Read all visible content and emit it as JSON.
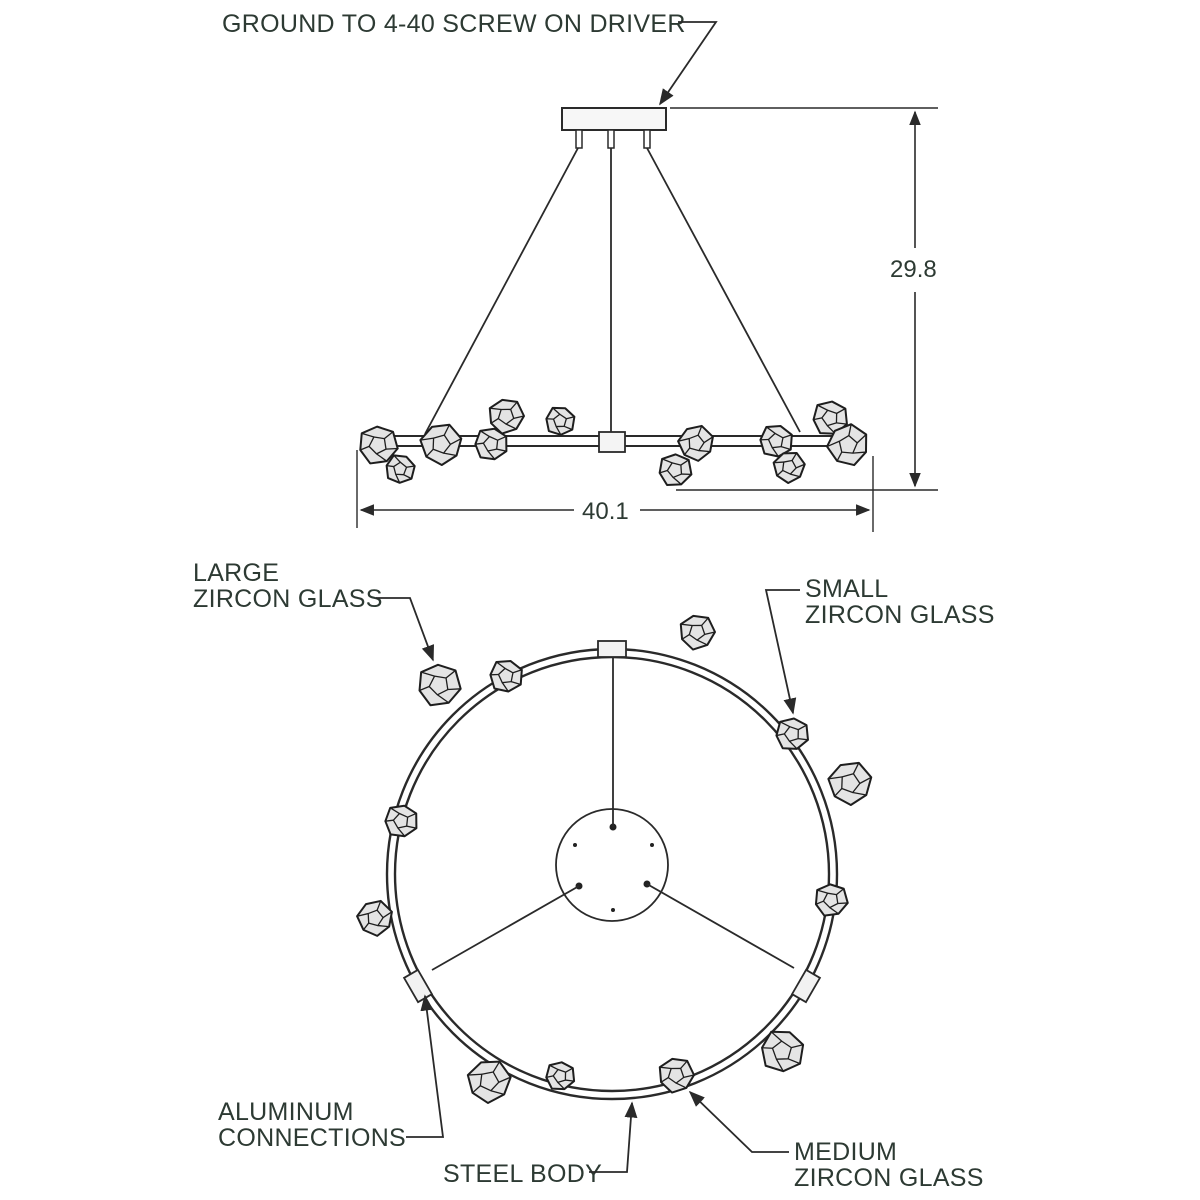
{
  "labels": {
    "ground": "GROUND TO 4-40 SCREW ON DRIVER",
    "large_line1": "LARGE",
    "large_line2": "ZIRCON GLASS",
    "small_line1": "SMALL",
    "small_line2": "ZIRCON GLASS",
    "aluminum_line1": "ALUMINUM",
    "aluminum_line2": "CONNECTIONS",
    "steel": "STEEL BODY",
    "medium_line1": "MEDIUM",
    "medium_line2": "ZIRCON GLASS"
  },
  "dimensions": {
    "height": "29.8",
    "width": "40.1"
  },
  "colors": {
    "line": "#2a2a2a",
    "text": "#2d3a33",
    "glass_fill": "#e4e4e4",
    "canopy_fill": "#f7f7f7"
  }
}
